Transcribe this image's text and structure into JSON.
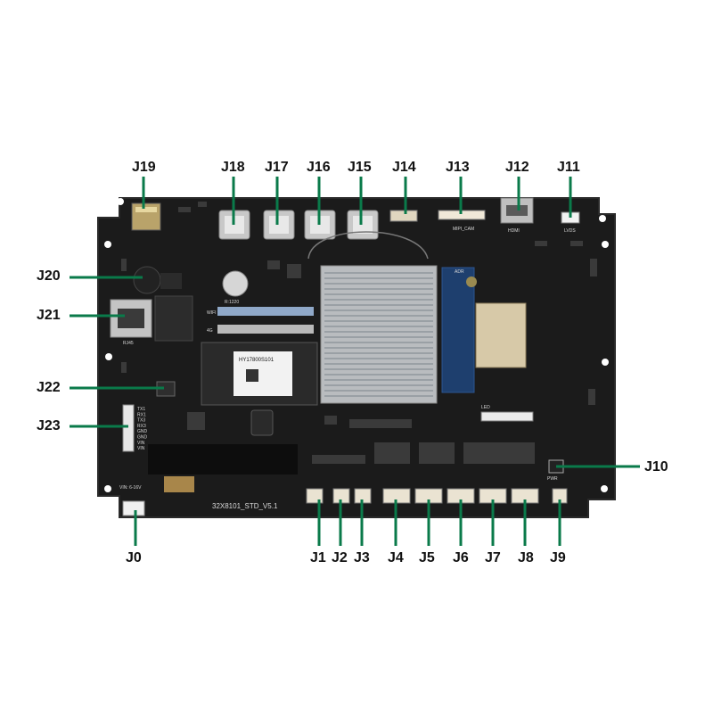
{
  "colors": {
    "leader": "#0a7a4a",
    "board": "#1b1b1b",
    "label": "#111111"
  },
  "labels": {
    "top": [
      "J19",
      "J18",
      "J17",
      "J16",
      "J15",
      "J14",
      "J13",
      "J12",
      "J11"
    ],
    "left": [
      "J20",
      "J21",
      "J22",
      "J23"
    ],
    "right": [
      "J10"
    ],
    "bottom": [
      "J0",
      "J1",
      "J2",
      "J3",
      "J4",
      "J5",
      "J6",
      "J7",
      "J8",
      "J9"
    ]
  },
  "board": {
    "silkscreen": {
      "model": "32X8101_STD_V5.1",
      "module": "HY17800S101",
      "mipi": "MIPI_CAM",
      "hdmi": "HDMI",
      "lvds": "LVDS",
      "rj45": "RJ45",
      "wifi": "WIFI",
      "lte": "4G",
      "power": "VIN: 6-16V",
      "pwr": "PWR",
      "rtc": "R:1220",
      "adr": "ADR",
      "led": "LED",
      "uart": [
        "TX1",
        "RX1",
        "TX3",
        "RX3",
        "GND",
        "GND",
        "VIN",
        "VIN"
      ]
    }
  }
}
